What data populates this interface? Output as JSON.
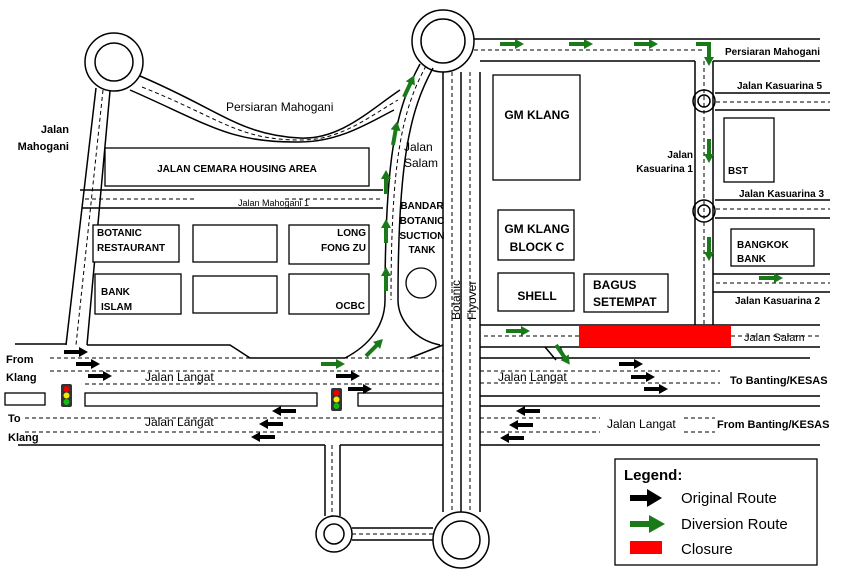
{
  "map": {
    "colors": {
      "original_route": "#000000",
      "diversion_route": "#1a7a1a",
      "closure": "#ff0000",
      "road": "#000000"
    },
    "roads": {
      "persiaran_mahogani_west": "Persiaran Mahogani",
      "persiaran_mahogani_east": "Persiaran Mahogani",
      "jalan_mahogani_l1": "Jalan",
      "jalan_mahogani_l2": "Mahogani",
      "jalan_mahogani_1": "Jalan Mahogani 1",
      "jalan_salam_v_l1": "Jalan",
      "jalan_salam_v_l2": "Salam",
      "jalan_salam_h": "Jalan Salam",
      "jalan_kasuarina_5": "Jalan Kasuarina 5",
      "jalan_kasuarina_1_l1": "Jalan",
      "jalan_kasuarina_1_l2": "Kasuarina 1",
      "jalan_kasuarina_3": "Jalan Kasuarina 3",
      "jalan_kasuarina_2": "Jalan Kasuarina 2",
      "jalan_langat_1": "Jalan Langat",
      "jalan_langat_2": "Jalan Langat",
      "jalan_langat_3": "Jalan Langat",
      "jalan_langat_4": "Jalan Langat",
      "botanic_flyover_l1": "Botanic",
      "botanic_flyover_l2": "Flyover"
    },
    "directions": {
      "from_klang_l1": "From",
      "from_klang_l2": "Klang",
      "to_klang_l1": "To",
      "to_klang_l2": "Klang",
      "to_banting": "To Banting/KESAS",
      "from_banting": "From Banting/KESAS"
    },
    "places": {
      "housing_area": "JALAN CEMARA HOUSING AREA",
      "botanic_restaurant_l1": "BOTANIC",
      "botanic_restaurant_l2": "RESTAURANT",
      "long_fong_zu_l1": "LONG",
      "long_fong_zu_l2": "FONG ZU",
      "bank_islam_l1": "BANK",
      "bank_islam_l2": "ISLAM",
      "ocbc": "OCBC",
      "suction_tank_l1": "BANDAR",
      "suction_tank_l2": "BOTANIC",
      "suction_tank_l3": "SUCTION",
      "suction_tank_l4": "TANK",
      "gm_klang": "GM KLANG",
      "gm_klang_block_c_l1": "GM KLANG",
      "gm_klang_block_c_l2": "BLOCK C",
      "shell": "SHELL",
      "bagus_setempat_l1": "BAGUS",
      "bagus_setempat_l2": "SETEMPAT",
      "bst": "BST",
      "bangkok_bank_l1": "BANGKOK",
      "bangkok_bank_l2": "BANK"
    }
  },
  "legend": {
    "title": "Legend:",
    "items": [
      {
        "label": "Original Route",
        "icon": "black-arrow-icon"
      },
      {
        "label": "Diversion Route",
        "icon": "green-arrow-icon"
      },
      {
        "label": "Closure",
        "icon": "red-box-icon"
      }
    ]
  }
}
